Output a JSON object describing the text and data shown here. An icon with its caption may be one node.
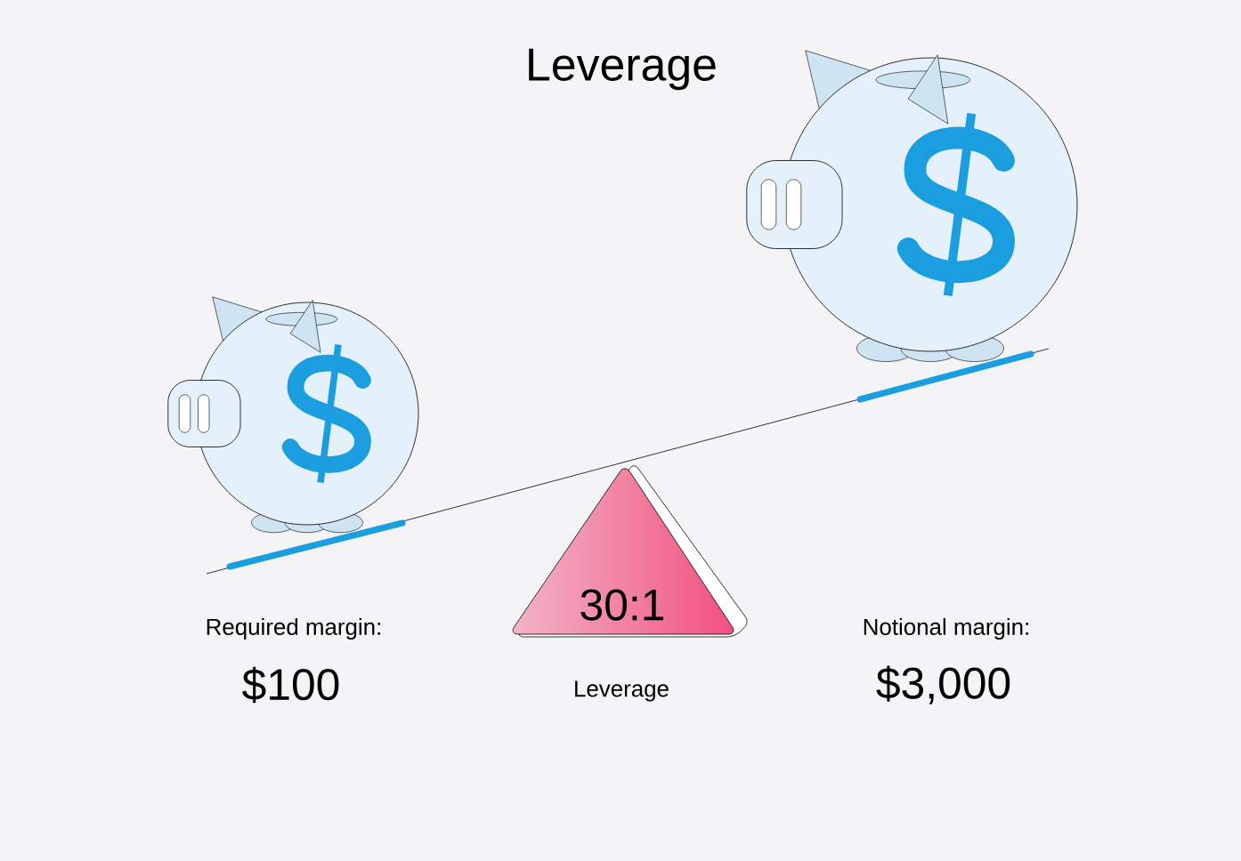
{
  "diagram": {
    "title": "Leverage",
    "nodes": [
      {
        "text": [
          "30:1"
        ]
      }
    ],
    "labels": [
      "Required margin:",
      "$100",
      "Leverage",
      "Notional margin:",
      "$3,000"
    ]
  }
}
